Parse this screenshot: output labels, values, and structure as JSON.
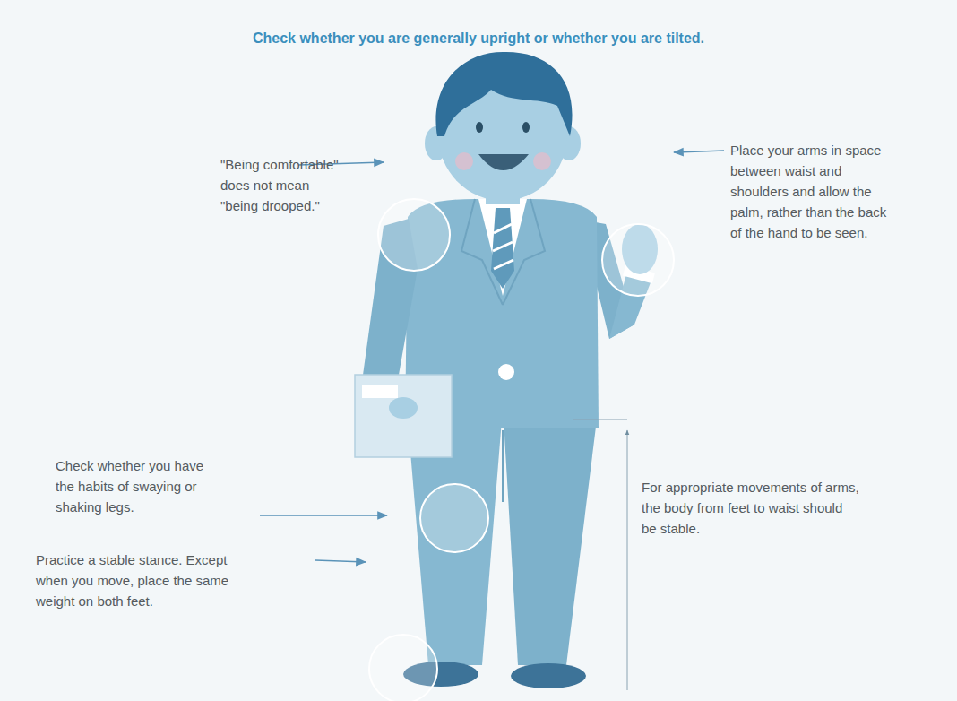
{
  "diagram": {
    "title": "Check whether you are generally upright or whether you are tilted.",
    "labels": [
      "\"Being comfortable\" does not mean \"being drooped.\"",
      "Place your arms in space between waist and shoulders and allow the palm, rather than the back of the hand to be seen.",
      "Check whether you have the habits of swaying or shaking legs.",
      "For appropriate movements of arms, the body from feet to waist should be stable.",
      "Practice a stable stance. Except when you move, place the same weight on both feet."
    ]
  }
}
